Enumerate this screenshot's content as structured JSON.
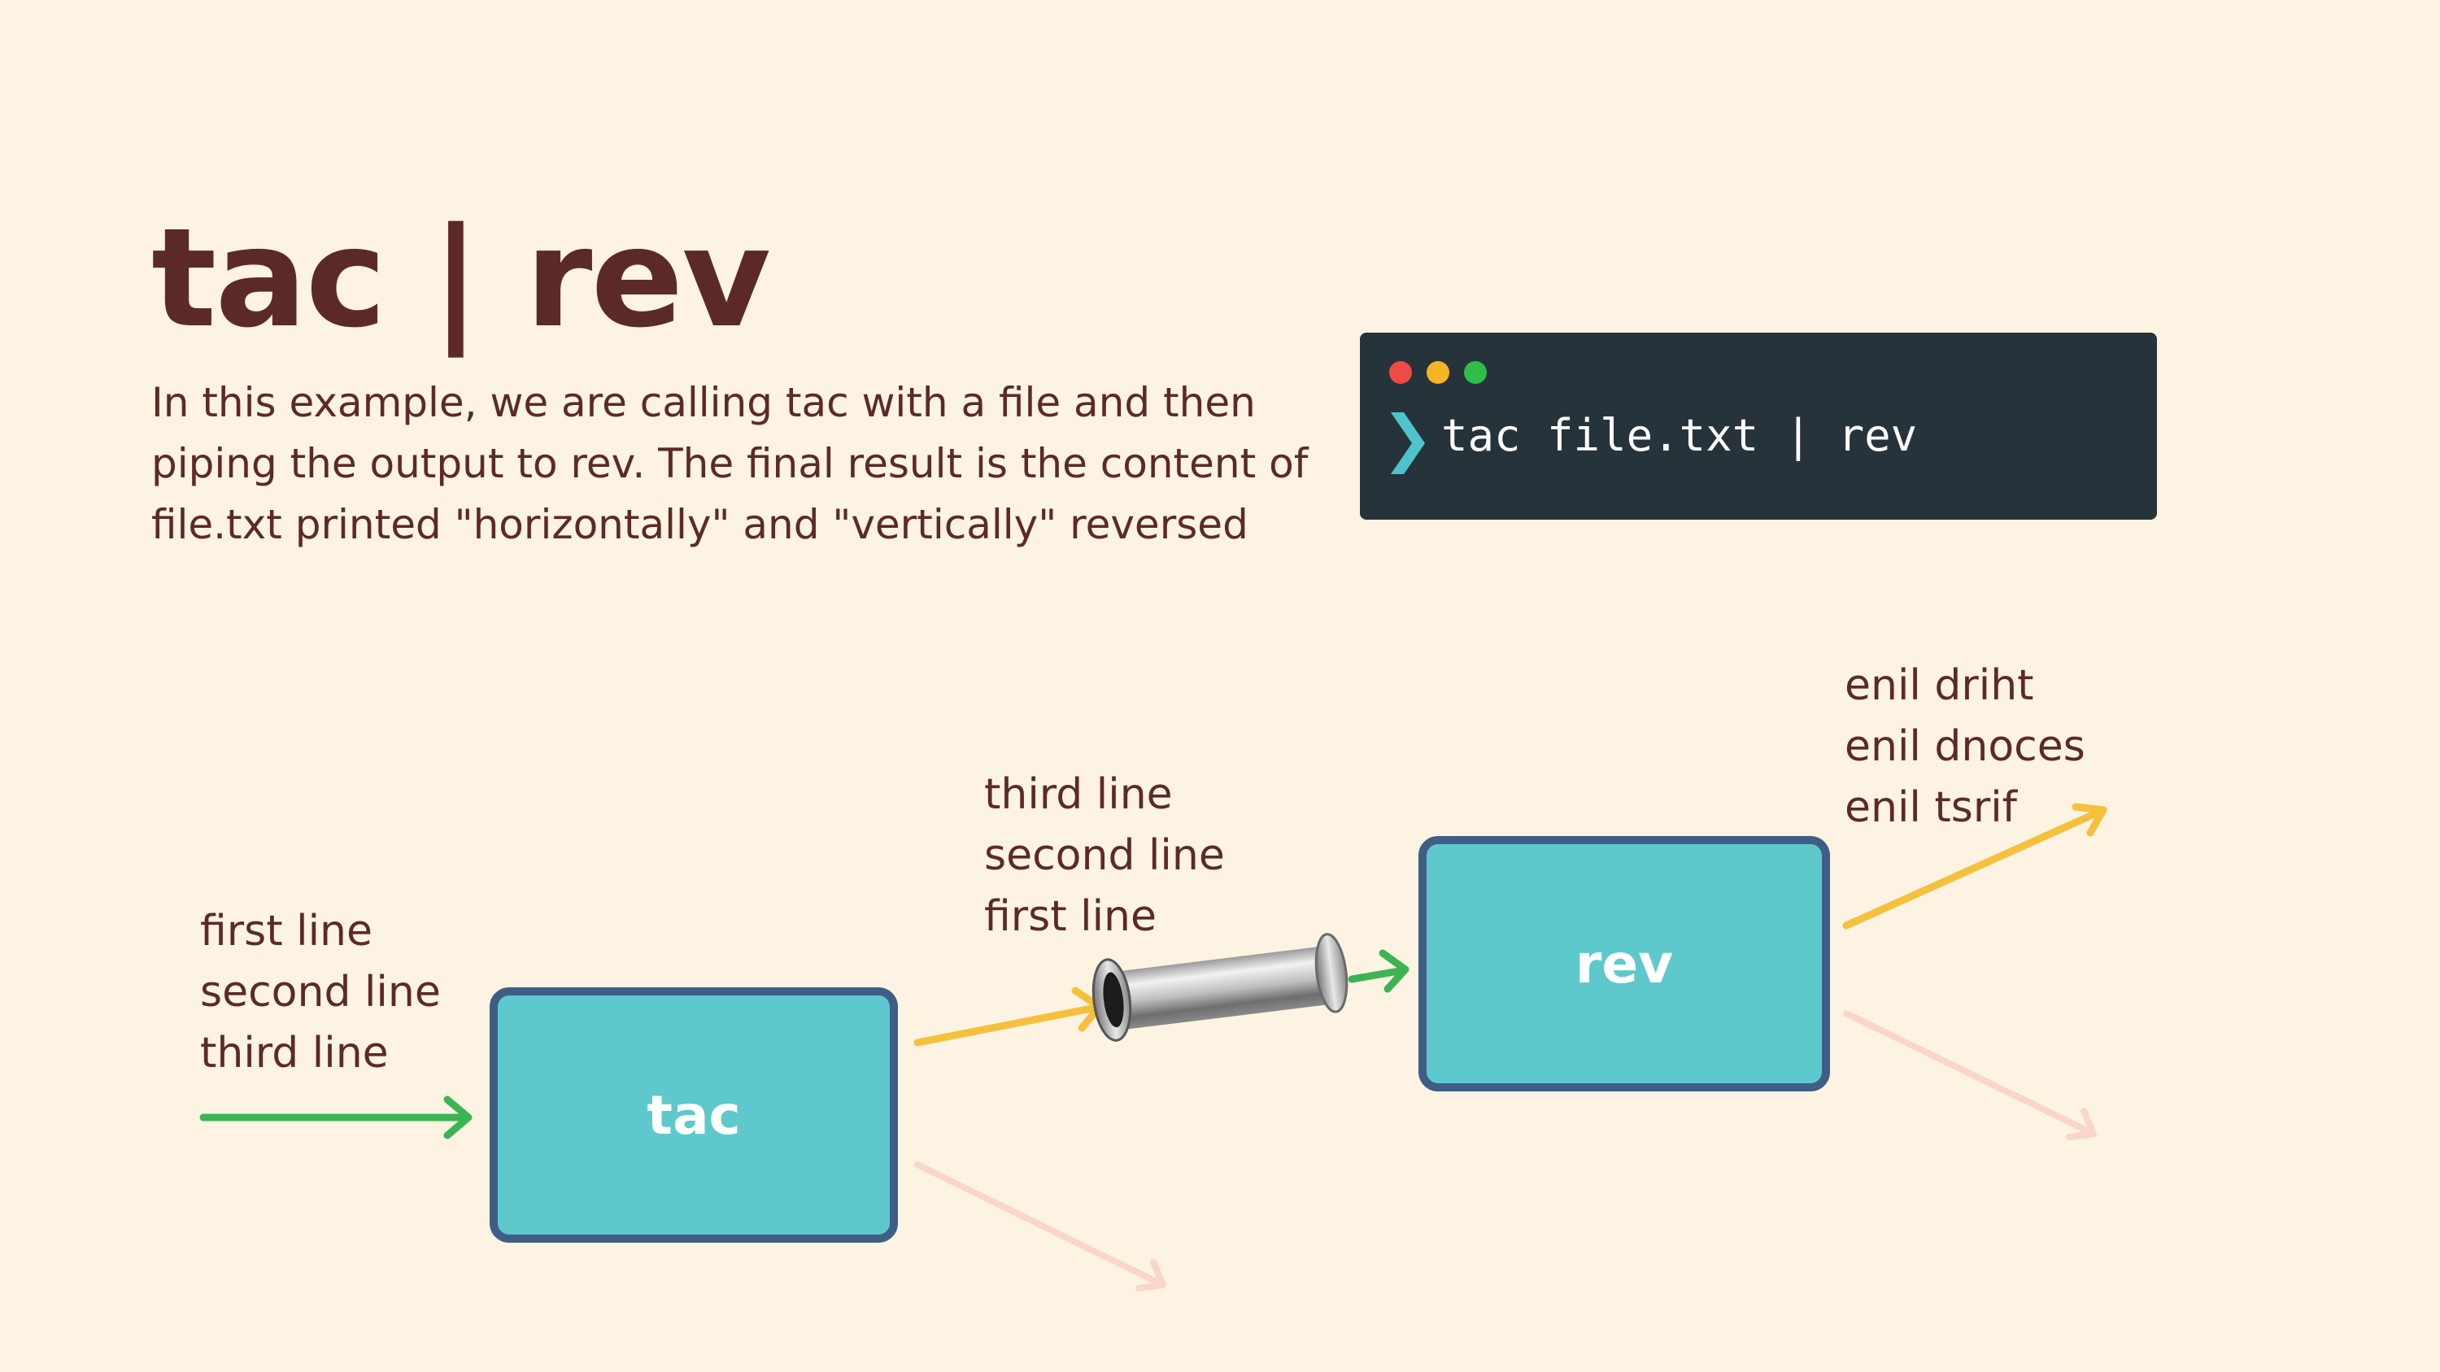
{
  "title": "tac | rev",
  "description": [
    "In this example, we are calling tac with a file and then",
    "piping the output to rev.  The final result is the content of",
    "file.txt printed \"horizontally\" and \"vertically\" reversed"
  ],
  "terminal": {
    "command": "tac file.txt | rev",
    "prompt_icon": "chevron-right-icon",
    "window_dots": [
      "#ef4b45",
      "#f6b524",
      "#2fbf49"
    ]
  },
  "diagram": {
    "input_lines": [
      "first line",
      "second line",
      "third line"
    ],
    "tac_box": "tac",
    "pipe_lines": [
      "third line",
      "second line",
      "first line"
    ],
    "rev_box": "rev",
    "output_lines": [
      "enil driht",
      "enil dnoces",
      "enil tsrif"
    ],
    "pipe_icon": "pipe-icon",
    "colors": {
      "stdin_arrow": "#3cb454",
      "stdout_arrow": "#f5c03c",
      "stderr_arrow": "#f9d6c8",
      "box_fill": "#5ec9cd",
      "box_border": "#3f5e86"
    }
  }
}
